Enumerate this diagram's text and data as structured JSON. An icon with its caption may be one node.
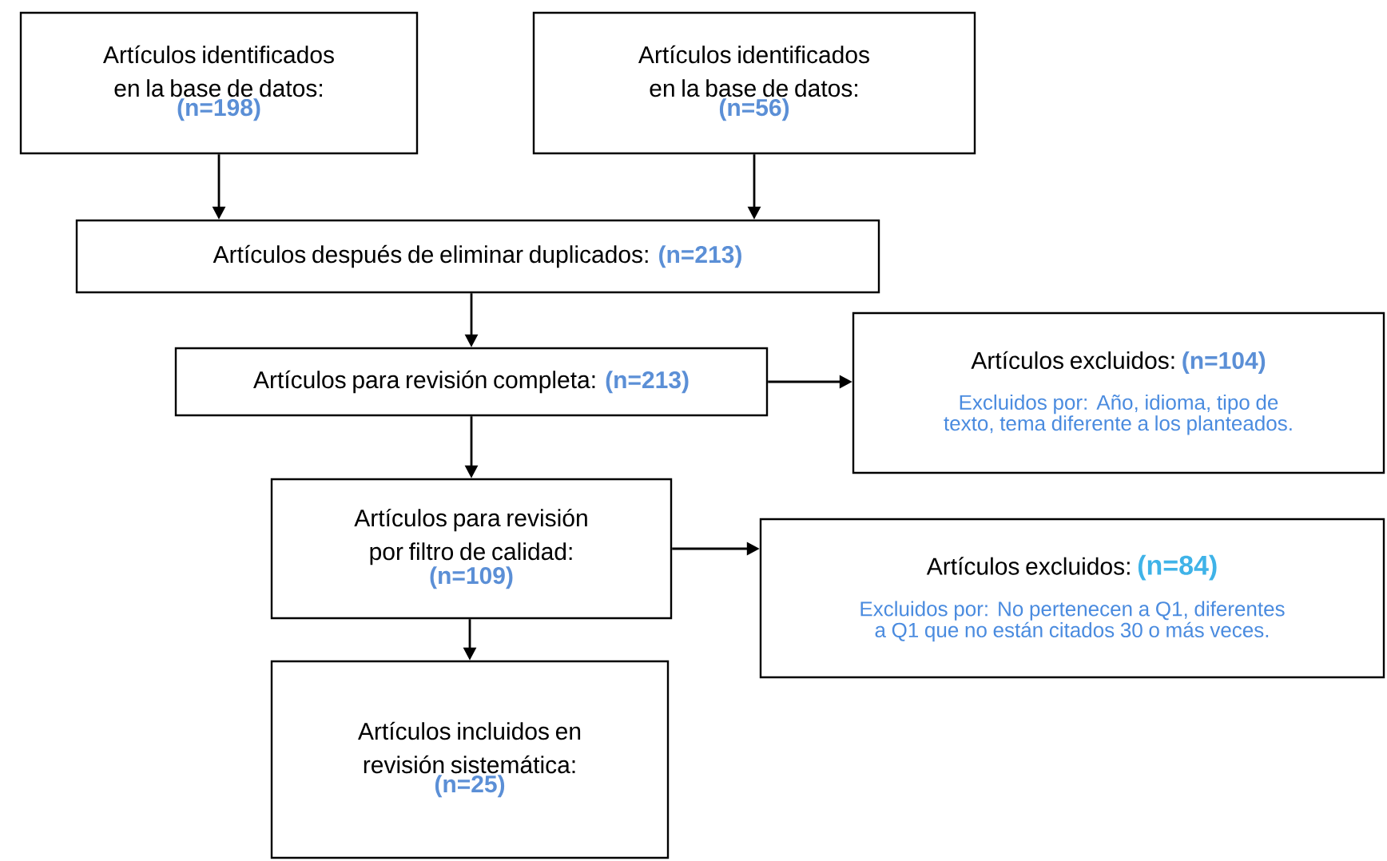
{
  "diagram": {
    "nodes": [
      {
        "text": [
          "Artículos identificados en la base de datos:",
          "(n=198)"
        ]
      },
      {
        "text": [
          "Artículos identificados en la base de datos:",
          "(n=56)"
        ]
      },
      {
        "text": [
          "Artículos después de eliminar duplicados:",
          "(n=213)"
        ]
      },
      {
        "text": [
          "Artículos para revisión completa:",
          "(n=213)"
        ]
      },
      {
        "text": [
          "Artículos excluidos:",
          "(n=104)",
          "Excluidos por: Año, idioma, tipo de texto, tema diferente a los planteados."
        ]
      },
      {
        "text": [
          "Artículos para revisión por filtro de calidad:",
          "(n=109)"
        ]
      },
      {
        "text": [
          "Artículos excluidos:",
          "(n=84)",
          "Excluidos por: No pertenecen a Q1, diferentes a Q1 que no están citados 30 o más veces."
        ]
      },
      {
        "text": [
          "Artículos incluidos en revisión sistemática:",
          "(n=25)"
        ]
      }
    ],
    "edges": [
      {
        "from": 0,
        "to": 2,
        "arrow": "to"
      },
      {
        "from": 1,
        "to": 2,
        "arrow": "to"
      },
      {
        "from": 2,
        "to": 3,
        "arrow": "to"
      },
      {
        "from": 3,
        "to": 4,
        "arrow": "to"
      },
      {
        "from": 3,
        "to": 5,
        "arrow": "to"
      },
      {
        "from": 5,
        "to": 6,
        "arrow": "to"
      },
      {
        "from": 5,
        "to": 7,
        "arrow": "to"
      }
    ]
  }
}
